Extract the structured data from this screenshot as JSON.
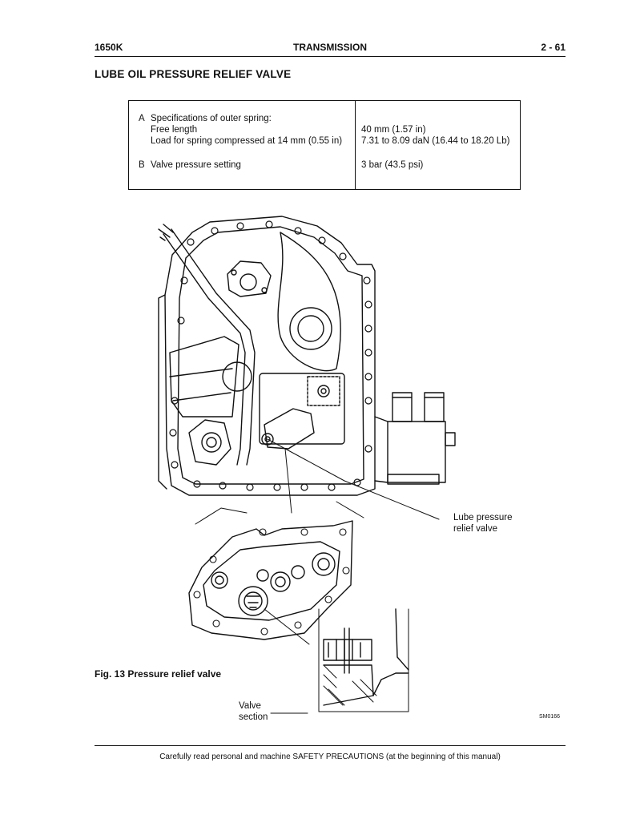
{
  "header": {
    "model": "1650K",
    "section": "TRANSMISSION",
    "page": "2 - 61"
  },
  "title": "LUBE OIL PRESSURE RELIEF VALVE",
  "spec_table": {
    "row_a_letter": "A",
    "row_a_label": "Specifications of outer spring:",
    "free_length_label": "Free length",
    "load_label": "Load for spring compressed at 14 mm (0.55 in)",
    "free_length_value": "40 mm (1.57 in)",
    "load_value": "7.31 to 8.09 daN (16.44 to 18.20 Lb)",
    "row_b_letter": "B",
    "row_b_label": "Valve pressure setting",
    "row_b_value": "3 bar (43.5 psi)"
  },
  "figure": {
    "caption": "Fig. 13  Pressure relief valve",
    "callout_1_line1": "Lube pressure",
    "callout_1_line2": "relief valve",
    "callout_2_line1": "Valve",
    "callout_2_line2": "section",
    "drawing_code": "SM0166"
  },
  "footer": "Carefully read personal and machine SAFETY PRECAUTIONS (at the beginning of this manual)"
}
